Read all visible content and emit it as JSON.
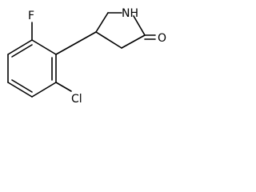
{
  "molecule": {
    "atoms": {
      "nh": "NH",
      "o": "O",
      "f": "F",
      "cl": "Cl"
    },
    "colors": {
      "bond": "#000000",
      "label": "#000000",
      "background": "#ffffff"
    }
  }
}
